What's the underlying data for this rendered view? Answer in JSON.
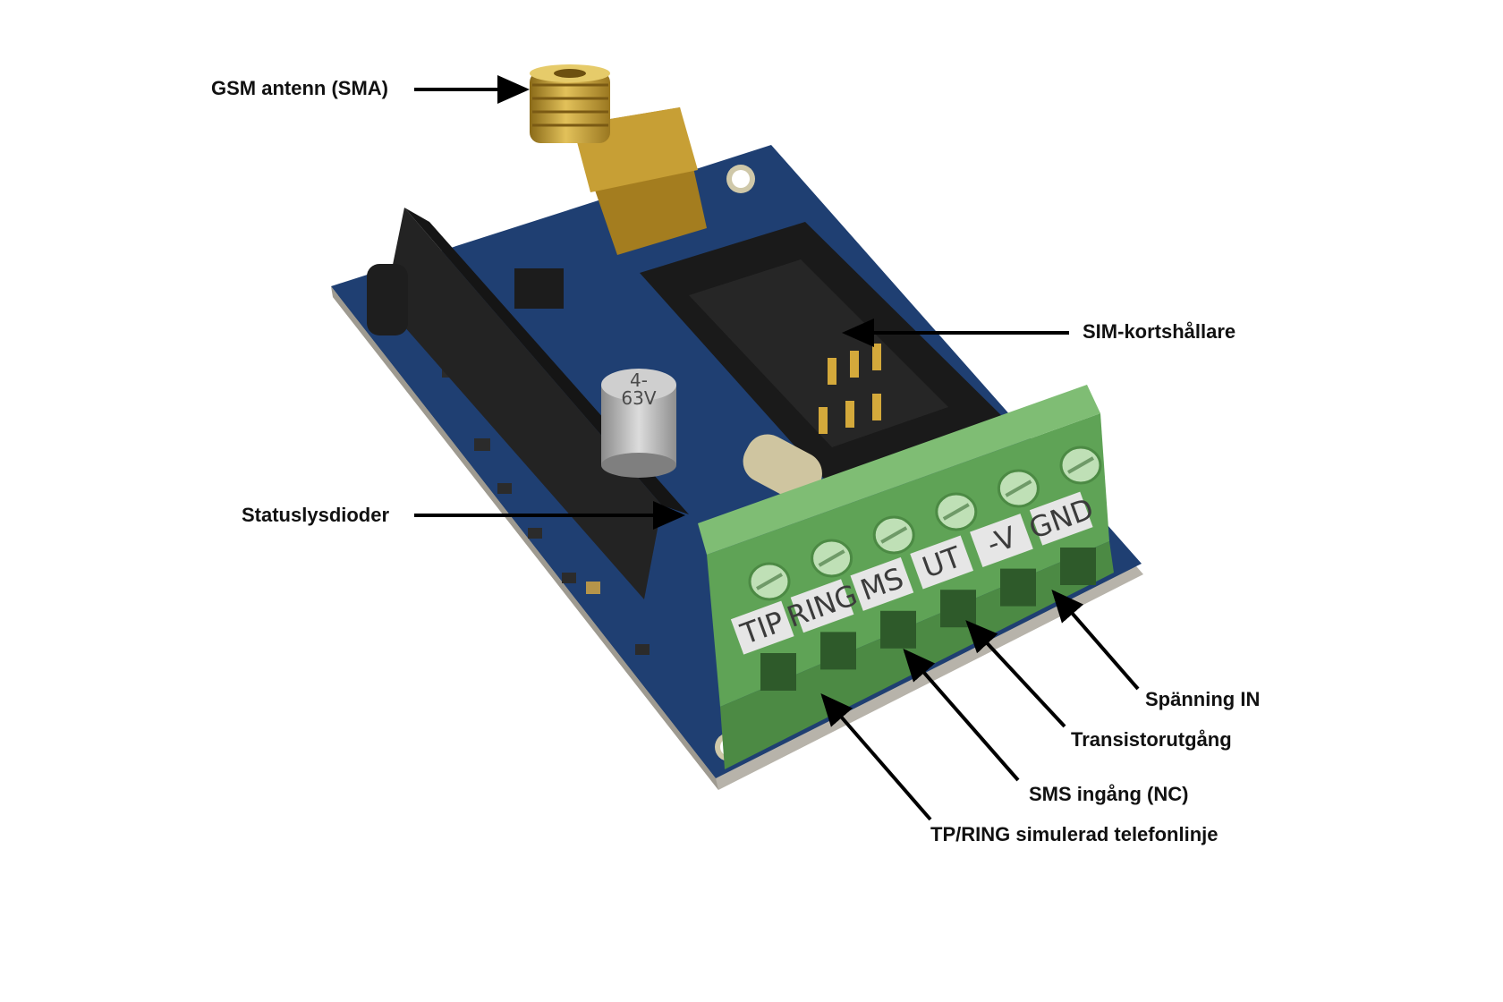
{
  "callouts": {
    "gsm_antenna": "GSM antenn (SMA)",
    "sim_holder": "SIM-kortshållare",
    "status_leds": "Statuslysdioder",
    "power_in": "Spänning IN",
    "transistor_out": "Transistorutgång",
    "sms_input": "SMS ingång (NC)",
    "tip_ring": "TP/RING simulerad telefonlinje"
  },
  "terminal_labels": [
    "TIP",
    "RING",
    "MS",
    "UT",
    "-V",
    "GND"
  ],
  "capacitor_markings": {
    "line1": "4-",
    "line2": "63V"
  },
  "colors": {
    "pcb": "#1f3f72",
    "terminal_block": "#5fa356",
    "antenna_gold": "#c49a2e",
    "callout_line": "#000000"
  }
}
